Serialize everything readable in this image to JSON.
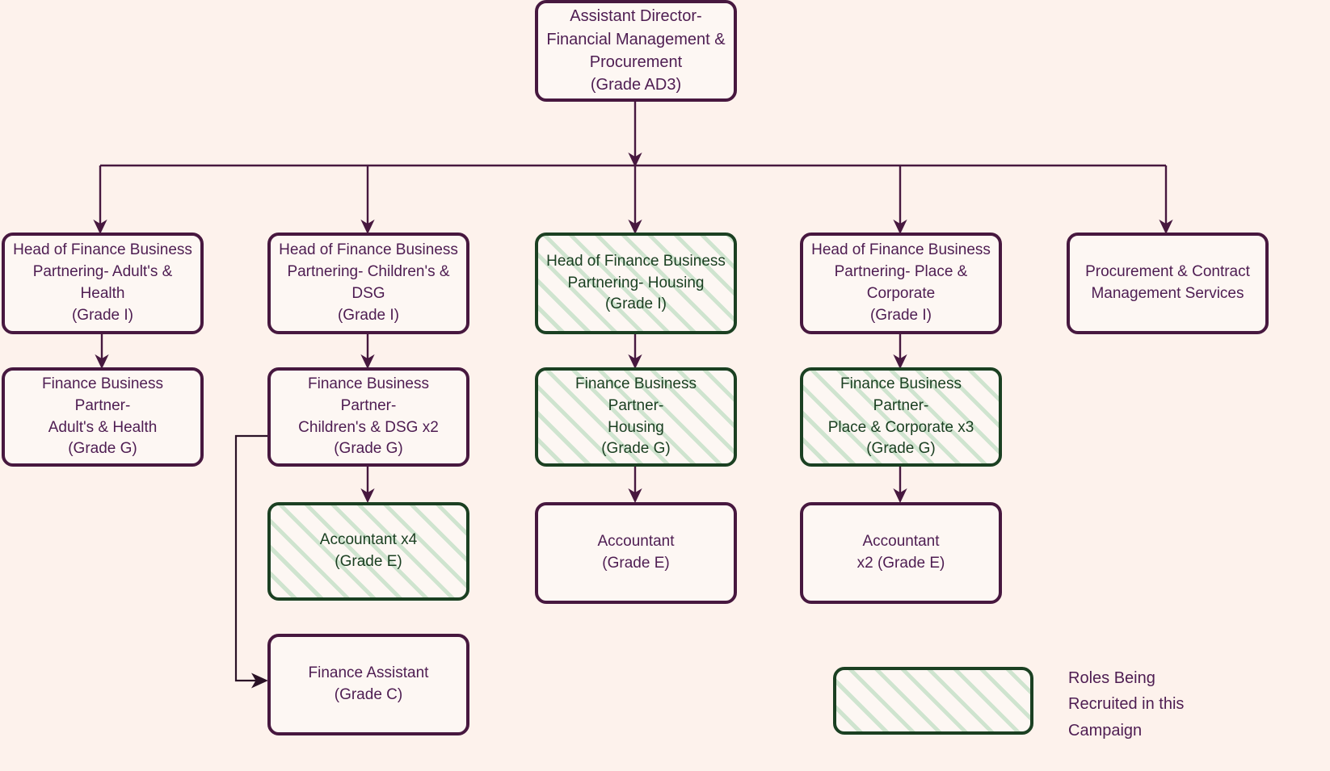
{
  "diagram": {
    "title": "Assistant Director- Financial Management & Procurement organisational structure",
    "background_color": "#fdf2ec",
    "node_fill_color": "#fdf7f3",
    "normal_border_color": "#47183f",
    "normal_text_color": "#4e1d52",
    "recruit_border_color": "#1b4022",
    "recruit_text_color": "#1b4022",
    "recruit_hatch_color": "#cfe4cf",
    "edge_color": "#47183f"
  },
  "nodes": {
    "root": {
      "label": "Assistant Director-\nFinancial Management &\nProcurement\n(Grade AD3)",
      "title": "Assistant Director- Financial Management & Procurement",
      "grade": "Grade AD3",
      "recruiting": false
    },
    "head_adults": {
      "label": "Head of Finance Business\nPartnering- Adult's &\nHealth\n(Grade I)",
      "title": "Head of Finance Business Partnering- Adult's & Health",
      "grade": "Grade I",
      "recruiting": false
    },
    "head_children": {
      "label": "Head of Finance Business\nPartnering- Children's &\nDSG\n(Grade I)",
      "title": "Head of Finance Business Partnering- Children's & DSG",
      "grade": "Grade I",
      "recruiting": false
    },
    "head_housing": {
      "label": "Head of Finance Business\nPartnering- Housing\n(Grade I)",
      "title": "Head of Finance Business Partnering- Housing",
      "grade": "Grade I",
      "recruiting": true
    },
    "head_place": {
      "label": "Head of Finance Business\nPartnering- Place &\nCorporate\n(Grade I)",
      "title": "Head of Finance Business Partnering- Place & Corporate",
      "grade": "Grade I",
      "recruiting": false
    },
    "procurement": {
      "label": "Procurement & Contract\nManagement Services",
      "title": "Procurement & Contract Management Services",
      "grade": "",
      "recruiting": false
    },
    "fbp_adults": {
      "label": "Finance Business Partner-\nAdult's & Health\n(Grade G)",
      "title": "Finance Business Partner- Adult's & Health",
      "grade": "Grade G",
      "recruiting": false
    },
    "fbp_children": {
      "label": "Finance Business Partner-\nChildren's & DSG x2\n(Grade G)",
      "title": "Finance Business Partner- Children's & DSG x2",
      "grade": "Grade G",
      "count": "x2",
      "recruiting": false
    },
    "fbp_housing": {
      "label": "Finance Business Partner-\nHousing\n(Grade G)",
      "title": "Finance Business Partner- Housing",
      "grade": "Grade G",
      "recruiting": true
    },
    "fbp_place": {
      "label": "Finance Business Partner-\nPlace & Corporate x3\n(Grade G)",
      "title": "Finance Business Partner- Place & Corporate x3",
      "grade": "Grade G",
      "count": "x3",
      "recruiting": true
    },
    "accountant_children": {
      "label": "Accountant x4\n(Grade E)",
      "title": "Accountant x4",
      "grade": "Grade E",
      "count": "x4",
      "recruiting": true
    },
    "accountant_housing": {
      "label": "Accountant\n(Grade E)",
      "title": "Accountant",
      "grade": "Grade E",
      "recruiting": false
    },
    "accountant_place": {
      "label": "Accountant\nx2 (Grade E)",
      "title": "Accountant x2",
      "grade": "Grade E",
      "count": "x2",
      "recruiting": false
    },
    "finance_assistant": {
      "label": "Finance Assistant\n(Grade C)",
      "title": "Finance Assistant",
      "grade": "Grade C",
      "recruiting": false
    }
  },
  "legend": {
    "label": "Roles Being\nRecruited in this\nCampaign"
  }
}
